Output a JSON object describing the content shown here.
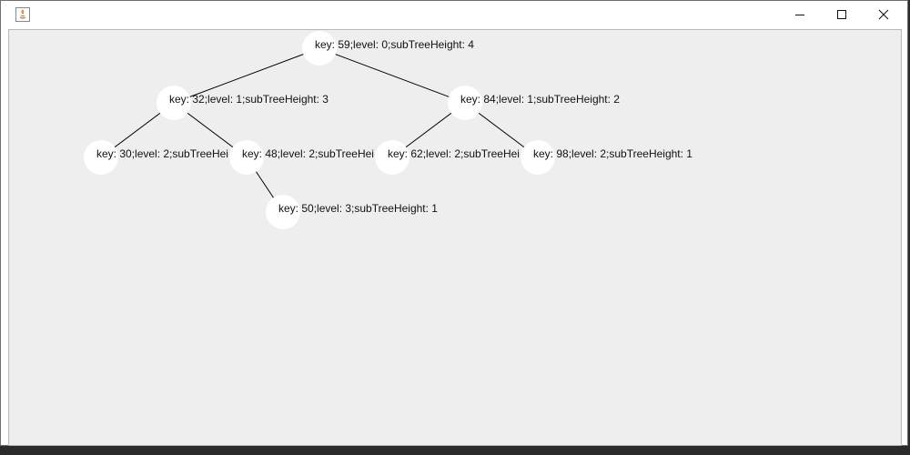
{
  "window": {
    "title_icon": "java-app-icon",
    "controls": {
      "minimize_icon": "minimize-icon",
      "maximize_icon": "maximize-icon",
      "close_icon": "close-icon"
    }
  },
  "tree": {
    "nodes": [
      {
        "id": "n59",
        "label": "key: 59;level: 0;subTreeHeight: 4"
      },
      {
        "id": "n32",
        "label": "key: 32;level: 1;subTreeHeight: 3"
      },
      {
        "id": "n84",
        "label": "key: 84;level: 1;subTreeHeight: 2"
      },
      {
        "id": "n30",
        "label": "key: 30;level: 2;subTreeHei"
      },
      {
        "id": "n48",
        "label": "key: 48;level: 2;subTreeHei"
      },
      {
        "id": "n62",
        "label": "key: 62;level: 2;subTreeHei"
      },
      {
        "id": "n98",
        "label": "key: 98;level: 2;subTreeHeight: 1"
      },
      {
        "id": "n50",
        "label": "key: 50;level: 3;subTreeHeight: 1"
      }
    ]
  }
}
